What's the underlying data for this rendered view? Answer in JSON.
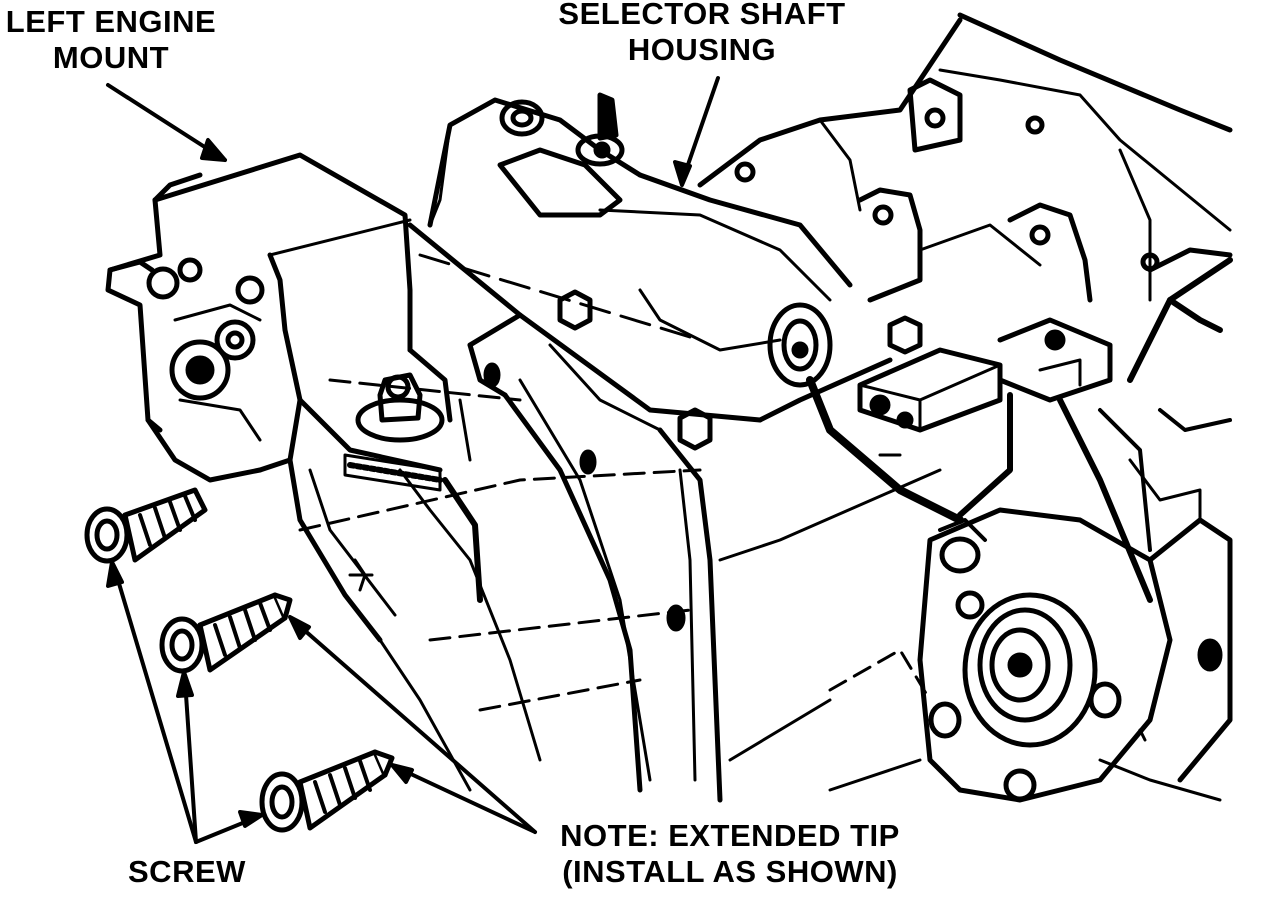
{
  "labels": {
    "left_engine_mount": [
      "LEFT ENGINE",
      "MOUNT"
    ],
    "selector_shaft_housing": [
      "SELECTOR SHAFT",
      "HOUSING"
    ],
    "screw": "SCREW",
    "note": [
      "NOTE:  EXTENDED TIP",
      "(INSTALL AS SHOWN)"
    ]
  },
  "colors": {
    "ink": "#000000",
    "paper": "#ffffff"
  }
}
